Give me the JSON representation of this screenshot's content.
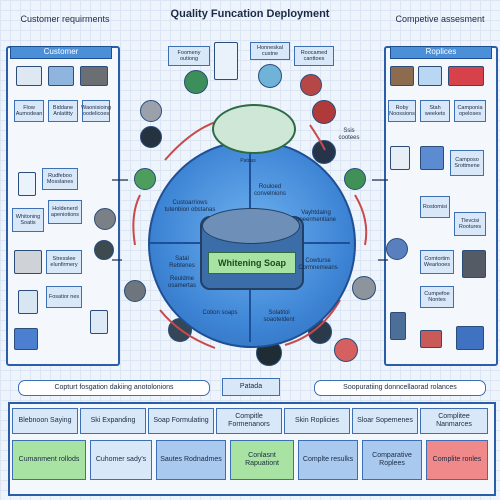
{
  "title": "Quality Funcation Deployment",
  "corner_left": "Customer requirments",
  "corner_right": "Competive assesment",
  "left_panel": {
    "title": "Customer"
  },
  "right_panel": {
    "title": "Roplices"
  },
  "top_labels": [
    "Foomeny outiong",
    "Honneskal custne",
    "Roocamed canttoes"
  ],
  "left_boxes": [
    "Flow Aumodean",
    "Biddane Anlatitty",
    "Waonisioing oodelicoes",
    "Rudfeboo Mosslanes",
    "Whitoning Soatis",
    "Holdenerd apeniotions",
    "Stresslee elunfirmery",
    "Fosatior nes"
  ],
  "right_boxes": [
    "Roby Noossions",
    "Stah weekets",
    "Camponia opeloses",
    "Camposo Srottmene",
    "Rostomisi",
    "Tlevcisi Rootures",
    "Comtortim Wearlooes",
    "Cumpefoe Nontes"
  ],
  "center": {
    "label": "Whitening Soap",
    "top_texts": [
      "Custoarriows tutenbion obstanas",
      "Rouloed convelnions"
    ],
    "mid_texts": [
      "Satal Rebtenes",
      "Reuldme osamertas"
    ],
    "right_texts": [
      "Vayhtdaing ooeermentiane",
      "Cowturse Cormnemeans"
    ],
    "bottom_texts": [
      "Cotion soaps",
      "Solatitol soaoteldent"
    ],
    "side_texts": [
      "Ssis cootees",
      "Patous"
    ]
  },
  "bottom_caption_left": "Copturt fosgation dakiing anotolonions",
  "bottom_caption_right": "Soopuratiing donncellaorad rolances",
  "bottom_tag": "Patada",
  "bottom_row1": [
    "Blebnoon Saying",
    "Ski Expanding",
    "Soap Formulating",
    "Compitle Formenanors",
    "Skin Roplicies",
    "Sloar Sopemenes",
    "Complitee Nanmarces"
  ],
  "bottom_row2": [
    "Cumanment rollods",
    "Cuhomer sady's",
    "Sautes Rodnadmes",
    "Conlasnt Rapuationt",
    "Complte resulks",
    "Comparative Roplees",
    "Complite ronles"
  ],
  "colors": {
    "accent": "#2a5ea8",
    "green": "#a8e3a3",
    "blue_cell": "#a9c9ee",
    "red_cell": "#f08a8a",
    "orb": "#3f86d6"
  }
}
